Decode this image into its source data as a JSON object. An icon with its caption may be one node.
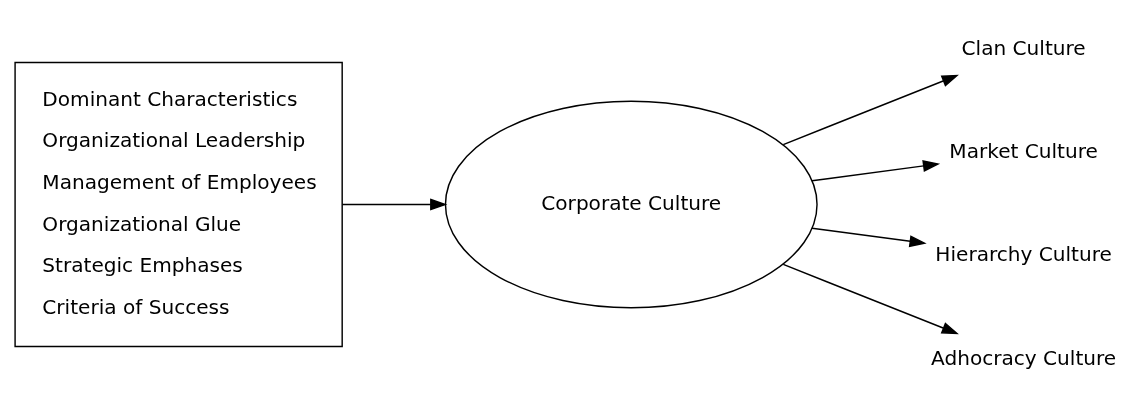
{
  "diagram": {
    "nodes": [
      {
        "text": [
          "Dominant Characteristics",
          "Organizational Leadership",
          "Management of Employees",
          "Organizational Glue",
          "Strategic Emphases",
          "Criteria of Success"
        ]
      },
      {
        "text": [
          "Corporate Culture"
        ]
      },
      {
        "text": [
          "Clan Culture"
        ]
      },
      {
        "text": [
          "Market Culture"
        ]
      },
      {
        "text": [
          "Hierarchy Culture"
        ]
      },
      {
        "text": [
          "Adhocracy Culture"
        ]
      }
    ],
    "edges": [
      {
        "from": 0,
        "to": 1,
        "arrow": "to"
      },
      {
        "from": 1,
        "to": 2,
        "arrow": "to"
      },
      {
        "from": 1,
        "to": 3,
        "arrow": "to"
      },
      {
        "from": 1,
        "to": 4,
        "arrow": "to"
      },
      {
        "from": 1,
        "to": 5,
        "arrow": "to"
      }
    ]
  }
}
